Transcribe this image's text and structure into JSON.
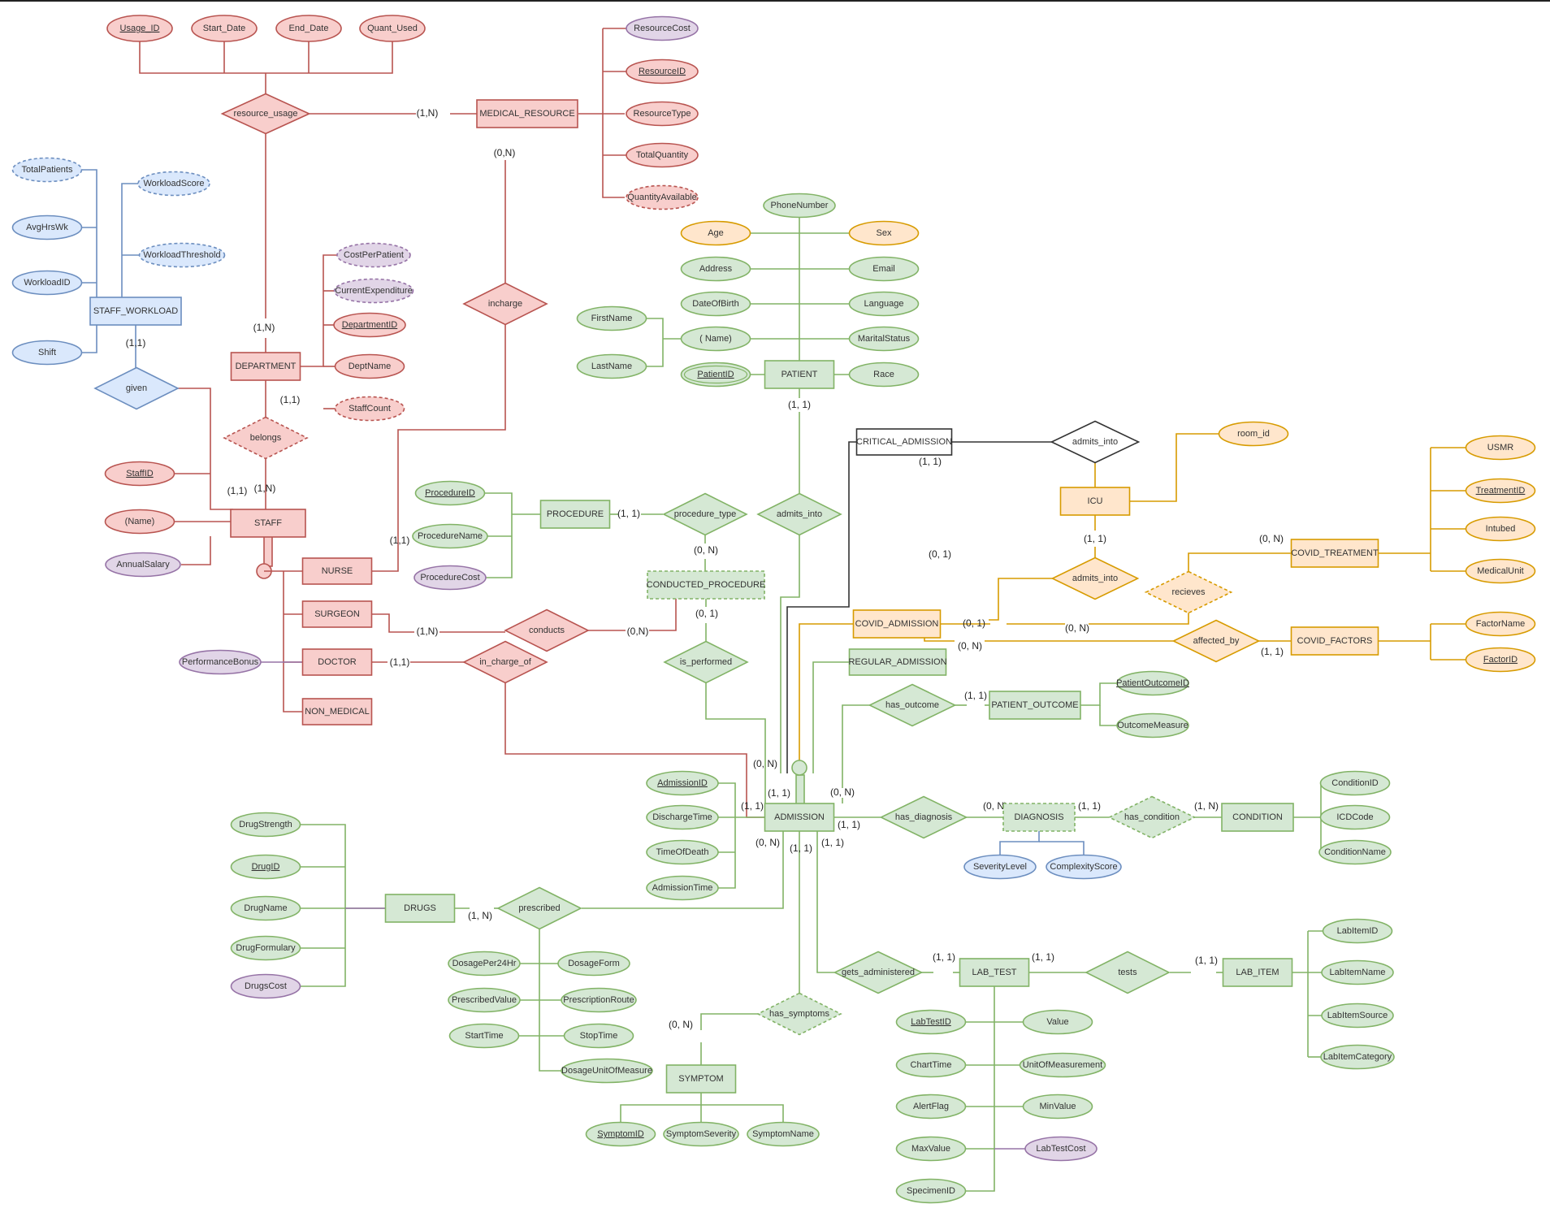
{
  "nodes": {
    "usage_id": {
      "label": "Usage_ID",
      "kind": "ellipse",
      "c": "red",
      "key": true
    },
    "start_date": {
      "label": "Start_Date",
      "kind": "ellipse",
      "c": "red"
    },
    "end_date": {
      "label": "End_Date",
      "kind": "ellipse",
      "c": "red"
    },
    "quant_used": {
      "label": "Quant_Used",
      "kind": "ellipse",
      "c": "red"
    },
    "resource_usage": {
      "label": "resource_usage",
      "kind": "diamond",
      "c": "red"
    },
    "medical_resource": {
      "label": "MEDICAL_RESOURCE",
      "kind": "rect",
      "c": "red"
    },
    "resource_cost": {
      "label": "ResourceCost",
      "kind": "ellipse",
      "c": "purple"
    },
    "resource_id": {
      "label": "ResourceID",
      "kind": "ellipse",
      "c": "red",
      "key": true
    },
    "resource_type": {
      "label": "ResourceType",
      "kind": "ellipse",
      "c": "red"
    },
    "total_quantity": {
      "label": "TotalQuantity",
      "kind": "ellipse",
      "c": "red"
    },
    "quantity_available": {
      "label": "QuantityAvailable",
      "kind": "ellipse",
      "c": "red",
      "dashed": true
    },
    "total_patients": {
      "label": "TotalPatients",
      "kind": "ellipse",
      "c": "blue",
      "dashed": true
    },
    "avg_hrs_wk": {
      "label": "AvgHrsWk",
      "kind": "ellipse",
      "c": "blue"
    },
    "workload_id": {
      "label": "WorkloadID",
      "kind": "ellipse",
      "c": "blue"
    },
    "shift": {
      "label": "Shift",
      "kind": "ellipse",
      "c": "blue"
    },
    "workload_score": {
      "label": "WorkloadScore",
      "kind": "ellipse",
      "c": "blue",
      "dashed": true
    },
    "workload_threshold": {
      "label": "WorkloadThreshold",
      "kind": "ellipse",
      "c": "blue",
      "dashed": true
    },
    "staff_workload": {
      "label": "STAFF_WORKLOAD",
      "kind": "rect",
      "c": "blue"
    },
    "given": {
      "label": "given",
      "kind": "diamond",
      "c": "blue"
    },
    "department": {
      "label": "DEPARTMENT",
      "kind": "rect",
      "c": "red"
    },
    "cost_per_patient": {
      "label": "CostPerPatient",
      "kind": "ellipse",
      "c": "purple",
      "dashed": true
    },
    "current_expenditure": {
      "label": "CurrentExpenditure",
      "kind": "ellipse",
      "c": "purple",
      "dashed": true
    },
    "department_id": {
      "label": "DepartmentID",
      "kind": "ellipse",
      "c": "red",
      "key": true
    },
    "dept_name": {
      "label": "DeptName",
      "kind": "ellipse",
      "c": "red"
    },
    "staff_count": {
      "label": "StaffCount",
      "kind": "ellipse",
      "c": "red",
      "dashed": true
    },
    "belongs": {
      "label": "belongs",
      "kind": "diamond",
      "c": "red",
      "dashed": true
    },
    "incharge": {
      "label": "incharge",
      "kind": "diamond",
      "c": "red"
    },
    "staff_id": {
      "label": "StaffID",
      "kind": "ellipse",
      "c": "red",
      "key": true
    },
    "staff_name": {
      "label": "(Name)",
      "kind": "ellipse",
      "c": "red"
    },
    "annual_salary": {
      "label": "AnnualSalary",
      "kind": "ellipse",
      "c": "purple"
    },
    "staff": {
      "label": "STAFF",
      "kind": "rect",
      "c": "red"
    },
    "nurse": {
      "label": "NURSE",
      "kind": "rect",
      "c": "red"
    },
    "surgeon": {
      "label": "SURGEON",
      "kind": "rect",
      "c": "red"
    },
    "doctor": {
      "label": "DOCTOR",
      "kind": "rect",
      "c": "red"
    },
    "non_medical": {
      "label": "NON_MEDICAL",
      "kind": "rect",
      "c": "red"
    },
    "performance_bonus": {
      "label": "PerformanceBonus",
      "kind": "ellipse",
      "c": "purple"
    },
    "conducts": {
      "label": "conducts",
      "kind": "diamond",
      "c": "red"
    },
    "in_charge_of": {
      "label": "in_charge_of",
      "kind": "diamond",
      "c": "red"
    },
    "procedure_id": {
      "label": "ProcedureID",
      "kind": "ellipse",
      "c": "green",
      "key": true
    },
    "procedure_name": {
      "label": "ProcedureName",
      "kind": "ellipse",
      "c": "green"
    },
    "procedure_cost": {
      "label": "ProcedureCost",
      "kind": "ellipse",
      "c": "purple"
    },
    "procedure": {
      "label": "PROCEDURE",
      "kind": "rect",
      "c": "green"
    },
    "procedure_type": {
      "label": "procedure_type",
      "kind": "diamond",
      "c": "green"
    },
    "conducted_procedure": {
      "label": "CONDUCTED_PROCEDURE",
      "kind": "rect",
      "c": "green",
      "dashed": true
    },
    "is_performed": {
      "label": "is_performed",
      "kind": "diamond",
      "c": "green"
    },
    "phone_number": {
      "label": "PhoneNumber",
      "kind": "ellipse",
      "c": "green"
    },
    "age": {
      "label": "Age",
      "kind": "ellipse",
      "c": "orange"
    },
    "sex": {
      "label": "Sex",
      "kind": "ellipse",
      "c": "orange"
    },
    "address": {
      "label": "Address",
      "kind": "ellipse",
      "c": "green"
    },
    "email": {
      "label": "Email",
      "kind": "ellipse",
      "c": "green"
    },
    "date_of_birth": {
      "label": "DateOfBirth",
      "kind": "ellipse",
      "c": "green"
    },
    "language": {
      "label": "Language",
      "kind": "ellipse",
      "c": "green"
    },
    "first_name": {
      "label": "FirstName",
      "kind": "ellipse",
      "c": "green"
    },
    "last_name": {
      "label": "LastName",
      "kind": "ellipse",
      "c": "green"
    },
    "patient_name": {
      "label": "( Name)",
      "kind": "ellipse",
      "c": "green"
    },
    "marital_status": {
      "label": "MaritalStatus",
      "kind": "ellipse",
      "c": "green"
    },
    "patient_id": {
      "label": "PatientID",
      "kind": "ellipse",
      "c": "green",
      "key": true,
      "double": true
    },
    "patient": {
      "label": "PATIENT",
      "kind": "rect",
      "c": "green"
    },
    "race": {
      "label": "Race",
      "kind": "ellipse",
      "c": "green"
    },
    "admits_into_1": {
      "label": "admits_into",
      "kind": "diamond",
      "c": "green"
    },
    "critical_admission": {
      "label": "CRITICAL_ADMISSION",
      "kind": "rect",
      "c": "white"
    },
    "admits_into_2": {
      "label": "admits_into",
      "kind": "diamond",
      "c": "white"
    },
    "room_id": {
      "label": "room_id",
      "kind": "ellipse",
      "c": "orange"
    },
    "icu": {
      "label": "ICU",
      "kind": "rect",
      "c": "orange"
    },
    "admits_into_3": {
      "label": "admits_into",
      "kind": "diamond",
      "c": "orange"
    },
    "covid_admission": {
      "label": "COVID_ADMISSION",
      "kind": "rect",
      "c": "orange"
    },
    "recieves": {
      "label": "recieves",
      "kind": "diamond",
      "c": "orange",
      "dashed": true
    },
    "covid_treatment": {
      "label": "COVID_TREATMENT",
      "kind": "rect",
      "c": "orange"
    },
    "usmr": {
      "label": "USMR",
      "kind": "ellipse",
      "c": "orange"
    },
    "treatment_id": {
      "label": "TreatmentID",
      "kind": "ellipse",
      "c": "orange",
      "key": true
    },
    "intubed": {
      "label": "Intubed",
      "kind": "ellipse",
      "c": "orange"
    },
    "medical_unit": {
      "label": "MedicalUnit",
      "kind": "ellipse",
      "c": "orange"
    },
    "affected_by": {
      "label": "affected_by",
      "kind": "diamond",
      "c": "orange"
    },
    "covid_factors": {
      "label": "COVID_FACTORS",
      "kind": "rect",
      "c": "orange"
    },
    "factor_name": {
      "label": "FactorName",
      "kind": "ellipse",
      "c": "orange"
    },
    "factor_id": {
      "label": "FactorID",
      "kind": "ellipse",
      "c": "orange",
      "key": true
    },
    "regular_admission": {
      "label": "REGULAR_ADMISSION",
      "kind": "rect",
      "c": "green"
    },
    "has_outcome": {
      "label": "has_outcome",
      "kind": "diamond",
      "c": "green"
    },
    "patient_outcome": {
      "label": "PATIENT_OUTCOME",
      "kind": "rect",
      "c": "green"
    },
    "patient_outcome_id": {
      "label": "PatientOutcomeID",
      "kind": "ellipse",
      "c": "green",
      "key": true
    },
    "outcome_measure": {
      "label": "OutcomeMeasure",
      "kind": "ellipse",
      "c": "green"
    },
    "admission_id": {
      "label": "AdmissionID",
      "kind": "ellipse",
      "c": "green",
      "key": true
    },
    "discharge_time": {
      "label": "DischargeTime",
      "kind": "ellipse",
      "c": "green"
    },
    "time_of_death": {
      "label": "TimeOfDeath",
      "kind": "ellipse",
      "c": "green"
    },
    "admission_time": {
      "label": "AdmissionTime",
      "kind": "ellipse",
      "c": "green"
    },
    "admission": {
      "label": "ADMISSION",
      "kind": "rect",
      "c": "green"
    },
    "has_diagnosis": {
      "label": "has_diagnosis",
      "kind": "diamond",
      "c": "green"
    },
    "diagnosis": {
      "label": "DIAGNOSIS",
      "kind": "rect",
      "c": "green",
      "dashed": true
    },
    "severity_level": {
      "label": "SeverityLevel",
      "kind": "ellipse",
      "c": "blue"
    },
    "complexity_score": {
      "label": "ComplexityScore",
      "kind": "ellipse",
      "c": "blue"
    },
    "has_condition": {
      "label": "has_condition",
      "kind": "diamond",
      "c": "green",
      "dashed": true
    },
    "condition": {
      "label": "CONDITION",
      "kind": "rect",
      "c": "green"
    },
    "condition_id": {
      "label": "ConditionID",
      "kind": "ellipse",
      "c": "green"
    },
    "icd_code": {
      "label": "ICDCode",
      "kind": "ellipse",
      "c": "green"
    },
    "condition_name": {
      "label": "ConditionName",
      "kind": "ellipse",
      "c": "green"
    },
    "drug_strength": {
      "label": "DrugStrength",
      "kind": "ellipse",
      "c": "green"
    },
    "drug_id": {
      "label": "DrugID",
      "kind": "ellipse",
      "c": "green",
      "key": true
    },
    "drug_name": {
      "label": "DrugName",
      "kind": "ellipse",
      "c": "green"
    },
    "drug_formulary": {
      "label": "DrugFormulary",
      "kind": "ellipse",
      "c": "green"
    },
    "drugs_cost": {
      "label": "DrugsCost",
      "kind": "ellipse",
      "c": "purple"
    },
    "drugs": {
      "label": "DRUGS",
      "kind": "rect",
      "c": "green"
    },
    "prescribed": {
      "label": "prescribed",
      "kind": "diamond",
      "c": "green"
    },
    "dosage_per_24hr": {
      "label": "DosagePer24Hr",
      "kind": "ellipse",
      "c": "green"
    },
    "dosage_form": {
      "label": "DosageForm",
      "kind": "ellipse",
      "c": "green"
    },
    "prescribed_value": {
      "label": "PrescribedValue",
      "kind": "ellipse",
      "c": "green"
    },
    "prescription_route": {
      "label": "PrescriptionRoute",
      "kind": "ellipse",
      "c": "green"
    },
    "start_time": {
      "label": "StartTime",
      "kind": "ellipse",
      "c": "green"
    },
    "stop_time": {
      "label": "StopTime",
      "kind": "ellipse",
      "c": "green"
    },
    "dosage_unit": {
      "label": "DosageUnitOfMeasure",
      "kind": "ellipse",
      "c": "green"
    },
    "has_symptoms": {
      "label": "has_symptoms",
      "kind": "diamond",
      "c": "green",
      "dashed": true
    },
    "symptom": {
      "label": "SYMPTOM",
      "kind": "rect",
      "c": "green"
    },
    "symptom_id": {
      "label": "SymptomID",
      "kind": "ellipse",
      "c": "green",
      "key": true
    },
    "symptom_severity": {
      "label": "SymptomSeverity",
      "kind": "ellipse",
      "c": "green"
    },
    "symptom_name": {
      "label": "SymptomName",
      "kind": "ellipse",
      "c": "green"
    },
    "gets_administered": {
      "label": "gets_administered",
      "kind": "diamond",
      "c": "green"
    },
    "lab_test": {
      "label": "LAB_TEST",
      "kind": "rect",
      "c": "green"
    },
    "tests": {
      "label": "tests",
      "kind": "diamond",
      "c": "green"
    },
    "lab_item": {
      "label": "LAB_ITEM",
      "kind": "rect",
      "c": "green"
    },
    "lab_item_id": {
      "label": "LabItemID",
      "kind": "ellipse",
      "c": "green"
    },
    "lab_item_name": {
      "label": "LabItemName",
      "kind": "ellipse",
      "c": "green"
    },
    "lab_item_source": {
      "label": "LabItemSource",
      "kind": "ellipse",
      "c": "green"
    },
    "lab_item_category": {
      "label": "LabItemCategory",
      "kind": "ellipse",
      "c": "green"
    },
    "lab_test_id": {
      "label": "LabTestID",
      "kind": "ellipse",
      "c": "green",
      "key": true
    },
    "value": {
      "label": "Value",
      "kind": "ellipse",
      "c": "green"
    },
    "chart_time": {
      "label": "ChartTime",
      "kind": "ellipse",
      "c": "green"
    },
    "unit_of_measurement": {
      "label": "UnitOfMeasurement",
      "kind": "ellipse",
      "c": "green"
    },
    "alert_flag": {
      "label": "AlertFlag",
      "kind": "ellipse",
      "c": "green"
    },
    "min_value": {
      "label": "MinValue",
      "kind": "ellipse",
      "c": "green"
    },
    "max_value": {
      "label": "MaxValue",
      "kind": "ellipse",
      "c": "green"
    },
    "lab_test_cost": {
      "label": "LabTestCost",
      "kind": "ellipse",
      "c": "purple"
    },
    "specimen_id": {
      "label": "SpecimenID",
      "kind": "ellipse",
      "c": "green"
    }
  },
  "cardinalities": [
    "(1,N)",
    "(0,N)",
    "(1,N)",
    "(1,1)",
    "(1,1)",
    "(1,1)",
    "(1,N)",
    "(1,1)",
    "(1,N)",
    "(0,N)",
    "(1,1)",
    "(1, 1)",
    "(1, 1)",
    "(0, N)",
    "(0, 1)",
    "(1, 1)",
    "(0, 1)",
    "(1, 1)",
    "(0, 1)",
    "(0, N)",
    "(0, N)",
    "(1, 1)",
    "(0, N)",
    "(0, N)",
    "(1, 1)",
    "(1, 1)",
    "(0, N)",
    "(1, 1)",
    "(0, N)",
    "(1, 1)",
    "(1, 1)",
    "(0, N)",
    "(1, 1)",
    "(1, N)",
    "(1, N)",
    "(0, N)",
    "(1, 1)",
    "(1, 1)",
    "(1, 1)",
    "(1, 1)"
  ],
  "palette": {
    "red": {
      "fill": "#f8cecc",
      "stroke": "#b85450"
    },
    "blue": {
      "fill": "#dae8fc",
      "stroke": "#6c8ebf"
    },
    "green": {
      "fill": "#d5e8d4",
      "stroke": "#82b366"
    },
    "orange": {
      "fill": "#ffe6cc",
      "stroke": "#d79b00"
    },
    "purple": {
      "fill": "#e1d5e7",
      "stroke": "#9673a6"
    },
    "white": {
      "fill": "#ffffff",
      "stroke": "#333333"
    }
  }
}
